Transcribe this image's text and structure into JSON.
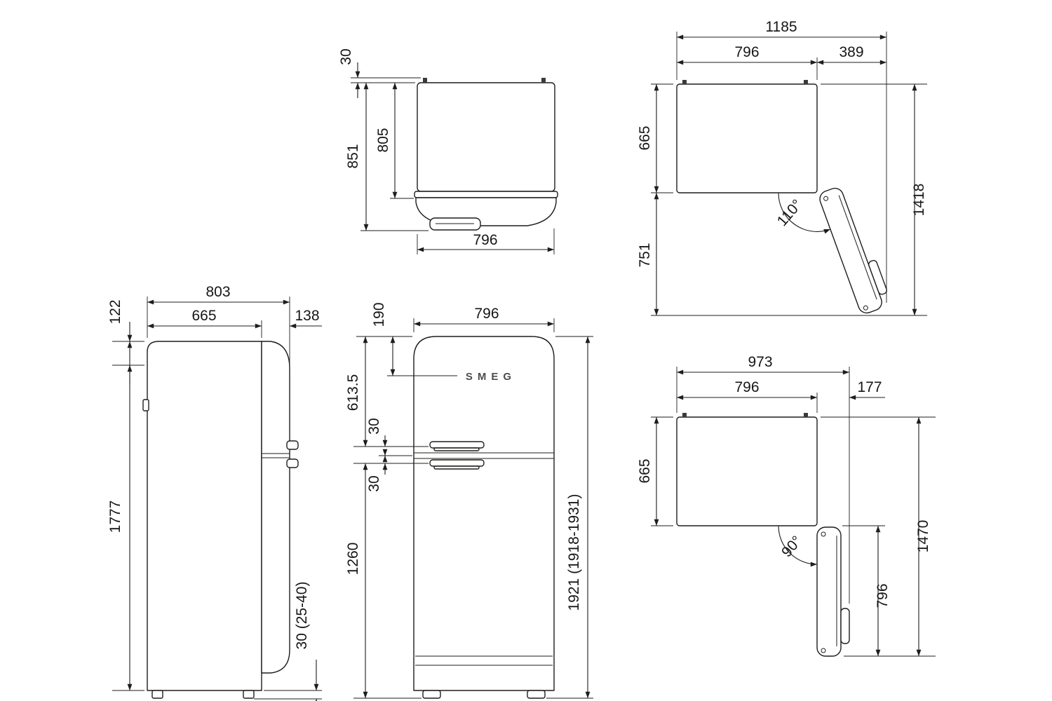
{
  "views": {
    "side": {
      "total_depth": "803",
      "body_depth": "665",
      "door_depth": "138",
      "top_offset": "122",
      "body_height": "1777",
      "feet_height": "30 (25-40)"
    },
    "top_closed": {
      "hinge_pin_depth": "30",
      "depth_with_handle": "851",
      "depth_with_door": "805",
      "width": "796"
    },
    "top_open_110": {
      "overall_width": "1185",
      "cabinet_width": "796",
      "door_projection": "389",
      "cabinet_depth": "665",
      "door_swing_depth": "751",
      "overall_depth": "1418",
      "opening_angle": "110°"
    },
    "front": {
      "logo": "SMEG",
      "top_to_logo": "190",
      "width": "796",
      "top_to_upper_handle": "613.5",
      "upper_handle_to_gap": "30",
      "gap_to_lower_handle": "30",
      "lower_handle_to_floor": "1260",
      "overall_height": "1921 (1918-1931)"
    },
    "top_open_90": {
      "overall_width": "973",
      "cabinet_width": "796",
      "door_projection": "177",
      "cabinet_depth": "665",
      "overall_depth": "1470",
      "open_door_depth": "796",
      "opening_angle": "90°"
    }
  }
}
